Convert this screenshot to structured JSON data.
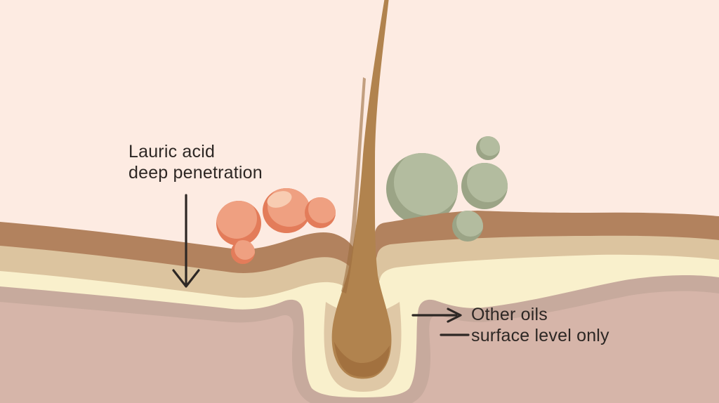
{
  "title": "Skin cross-section diagram comparing oil penetration",
  "labels": {
    "lauric_acid": {
      "line1": "Lauric acid",
      "line2": "deep penetration"
    },
    "other_oils": {
      "line1": "Other oils",
      "line2": "surface level only"
    }
  },
  "annotations": {
    "lauric_arrow_direction": "down into dermis",
    "other_arrow_direction": "right toward surface oils"
  },
  "colors": {
    "background": "#fdebe2",
    "epidermis_brown": "#b2825e",
    "layer_tan": "#dcc49f",
    "layer_cream": "#f9f0cc",
    "layer_mauve": "#c7aa9d",
    "dermis": "#d6b5a9",
    "follicle_ring_tan": "#dfc8a6",
    "hair_shaft": "#b1834e",
    "hair_shaft_dark": "#9b6c3e",
    "hair_bulb_shade": "#a2713f",
    "oil_salmon_base": "#e37c5a",
    "oil_salmon_light": "#efa081",
    "oil_salmon_highlight": "#f8ccb2",
    "oil_green_base": "#9ba486",
    "oil_green_light": "#b3bc9f",
    "text": "#2d2724",
    "arrow": "#2d2724"
  }
}
